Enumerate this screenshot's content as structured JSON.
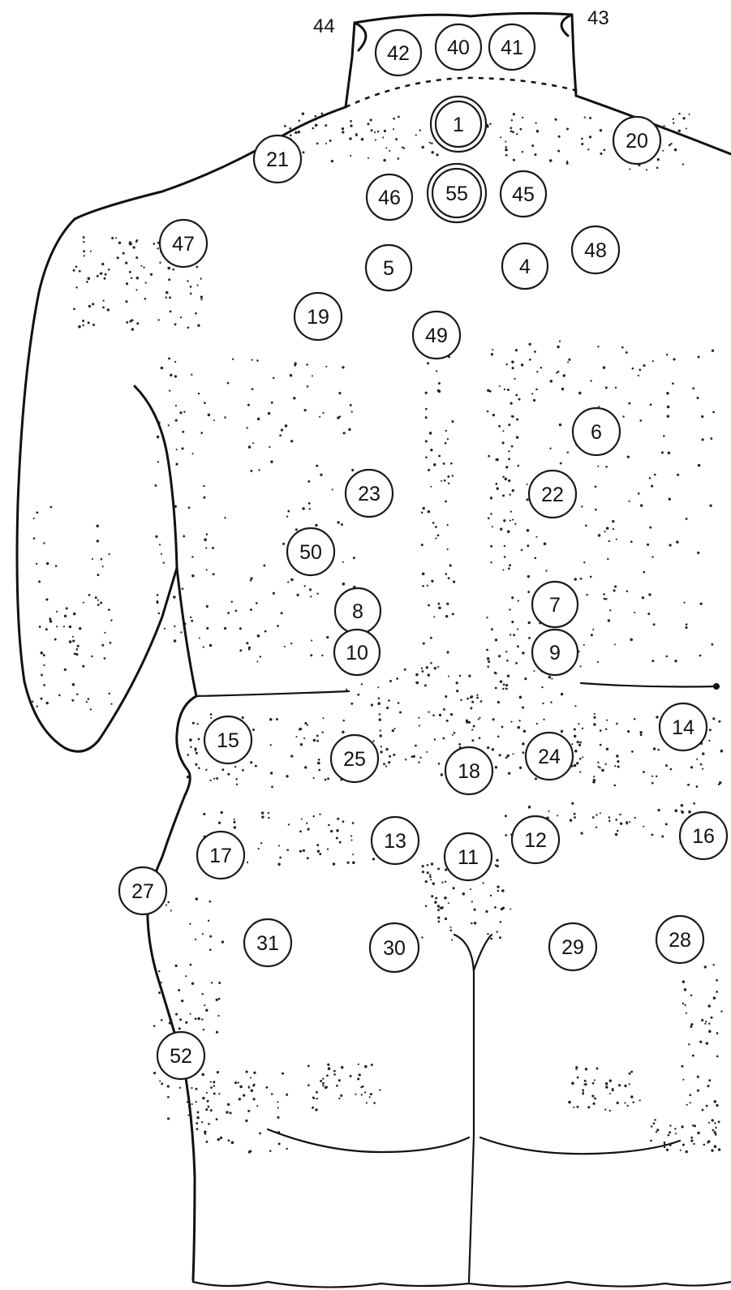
{
  "diagram": {
    "line_color": "#111111",
    "background": "#ffffff",
    "unboxed_labels": [
      {
        "id": "44",
        "text": "44"
      },
      {
        "id": "43",
        "text": "43"
      }
    ],
    "points": [
      {
        "id": "1",
        "label": "1",
        "double_ring": true
      },
      {
        "id": "55",
        "label": "55",
        "double_ring": true
      },
      {
        "id": "40",
        "label": "40"
      },
      {
        "id": "41",
        "label": "41"
      },
      {
        "id": "42",
        "label": "42"
      },
      {
        "id": "20",
        "label": "20"
      },
      {
        "id": "21",
        "label": "21"
      },
      {
        "id": "46",
        "label": "46"
      },
      {
        "id": "45",
        "label": "45"
      },
      {
        "id": "47",
        "label": "47"
      },
      {
        "id": "48",
        "label": "48"
      },
      {
        "id": "5",
        "label": "5"
      },
      {
        "id": "4",
        "label": "4"
      },
      {
        "id": "19",
        "label": "19"
      },
      {
        "id": "49",
        "label": "49"
      },
      {
        "id": "6",
        "label": "6"
      },
      {
        "id": "23",
        "label": "23"
      },
      {
        "id": "22",
        "label": "22"
      },
      {
        "id": "50",
        "label": "50"
      },
      {
        "id": "8",
        "label": "8"
      },
      {
        "id": "10",
        "label": "10"
      },
      {
        "id": "7",
        "label": "7"
      },
      {
        "id": "9",
        "label": "9"
      },
      {
        "id": "15",
        "label": "15"
      },
      {
        "id": "14",
        "label": "14"
      },
      {
        "id": "25",
        "label": "25"
      },
      {
        "id": "18",
        "label": "18"
      },
      {
        "id": "24",
        "label": "24"
      },
      {
        "id": "13",
        "label": "13"
      },
      {
        "id": "11",
        "label": "11"
      },
      {
        "id": "12",
        "label": "12"
      },
      {
        "id": "16",
        "label": "16"
      },
      {
        "id": "17",
        "label": "17"
      },
      {
        "id": "27",
        "label": "27"
      },
      {
        "id": "31",
        "label": "31"
      },
      {
        "id": "30",
        "label": "30"
      },
      {
        "id": "29",
        "label": "29"
      },
      {
        "id": "28",
        "label": "28"
      },
      {
        "id": "52",
        "label": "52"
      }
    ]
  }
}
